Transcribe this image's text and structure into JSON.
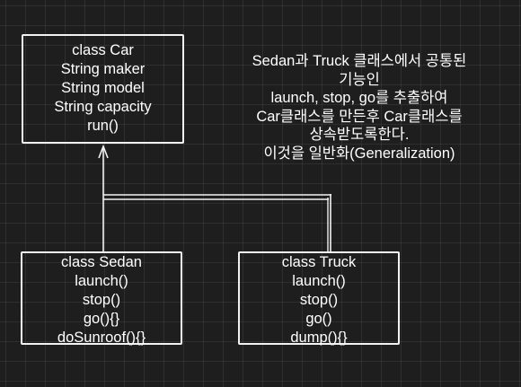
{
  "diagram": {
    "car": {
      "lines": [
        "class Car",
        "String maker",
        "String model",
        "String capacity",
        "run()"
      ]
    },
    "sedan": {
      "lines": [
        "class Sedan",
        "launch()",
        "stop()",
        "go(){}",
        "doSunroof(){}"
      ]
    },
    "truck": {
      "lines": [
        "class Truck",
        "launch()",
        "stop()",
        "go()",
        "dump(){}"
      ]
    },
    "note": {
      "lines": [
        "Sedan과 Truck 클래스에서 공통된",
        "기능인",
        "launch, stop, go를 추출하여",
        "Car클래스를 만든후 Car클래스를",
        "상속받도록한다.",
        "이것을 일반화(Generalization)"
      ]
    },
    "colors": {
      "background": "#1e1e1e",
      "stroke": "#f2f2f2",
      "text": "#ffffff"
    }
  }
}
